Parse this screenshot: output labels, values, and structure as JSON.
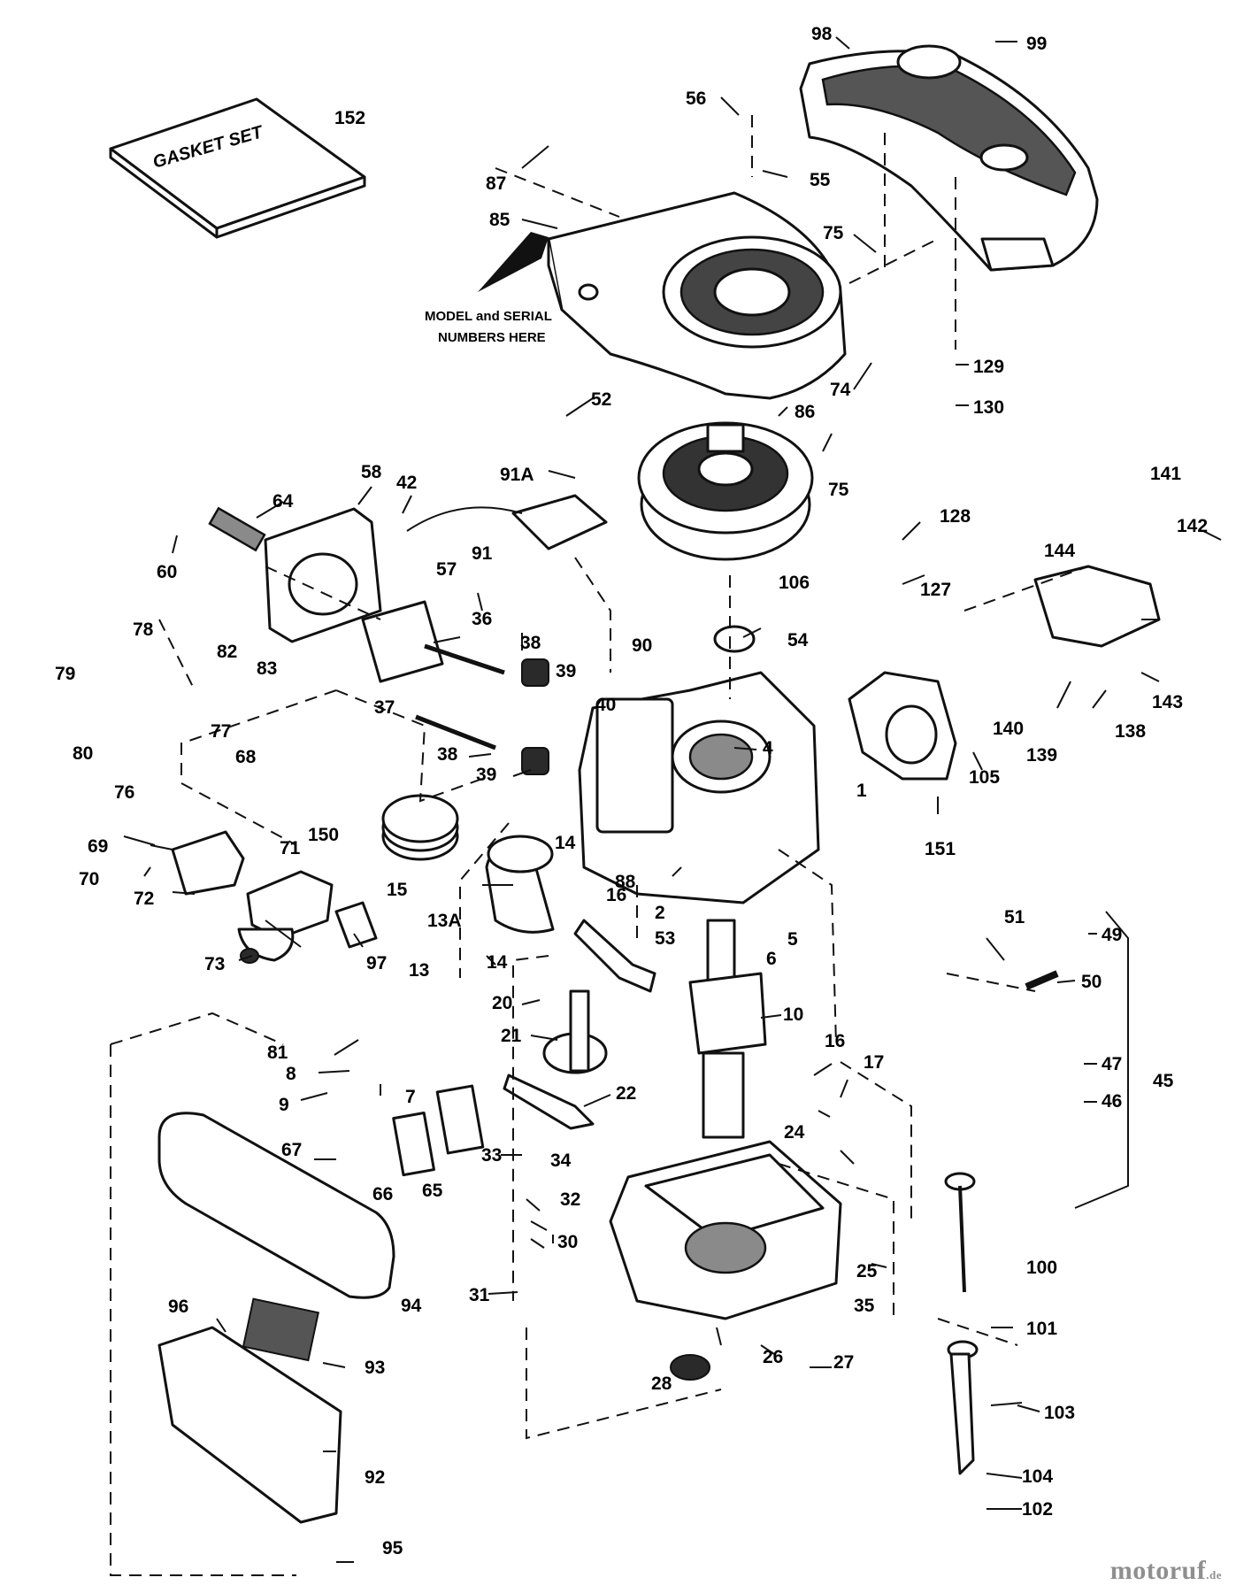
{
  "labels": {
    "gasket_set": "GASKET SET",
    "model_serial_line1": "MODEL and SERIAL",
    "model_serial_line2": "NUMBERS HERE",
    "watermark": "motoruf",
    "watermark_suffix": ".de"
  },
  "callouts": {
    "c1": "1",
    "c2": "2",
    "c4": "4",
    "c5": "5",
    "c6": "6",
    "c7": "7",
    "c8": "8",
    "c9": "9",
    "c10": "10",
    "c13": "13",
    "c13a": "13A",
    "c14a": "14",
    "c14b": "14",
    "c15": "15",
    "c16a": "16",
    "c16b": "16",
    "c17": "17",
    "c20": "20",
    "c21": "21",
    "c22": "22",
    "c24": "24",
    "c25": "25",
    "c26": "26",
    "c27": "27",
    "c28": "28",
    "c30": "30",
    "c31": "31",
    "c32": "32",
    "c33": "33",
    "c34": "34",
    "c35": "35",
    "c36": "36",
    "c37": "37",
    "c38a": "38",
    "c38b": "38",
    "c39a": "39",
    "c39b": "39",
    "c40": "40",
    "c42": "42",
    "c45": "45",
    "c46": "46",
    "c47": "47",
    "c49": "49",
    "c50": "50",
    "c51": "51",
    "c52": "52",
    "c53": "53",
    "c54": "54",
    "c55": "55",
    "c56": "56",
    "c57": "57",
    "c58": "58",
    "c60": "60",
    "c64": "64",
    "c65": "65",
    "c66": "66",
    "c67": "67",
    "c68": "68",
    "c69": "69",
    "c70": "70",
    "c71": "71",
    "c72": "72",
    "c73": "73",
    "c74": "74",
    "c75a": "75",
    "c75b": "75",
    "c76": "76",
    "c77": "77",
    "c78": "78",
    "c79": "79",
    "c80": "80",
    "c81": "81",
    "c82": "82",
    "c83": "83",
    "c85": "85",
    "c86": "86",
    "c87": "87",
    "c88": "88",
    "c90": "90",
    "c91": "91",
    "c91a": "91A",
    "c92": "92",
    "c93": "93",
    "c94": "94",
    "c95": "95",
    "c96": "96",
    "c97": "97",
    "c98": "98",
    "c99": "99",
    "c100": "100",
    "c101": "101",
    "c102": "102",
    "c103": "103",
    "c104": "104",
    "c105": "105",
    "c106": "106",
    "c127": "127",
    "c128": "128",
    "c129": "129",
    "c130": "130",
    "c138": "138",
    "c139": "139",
    "c140": "140",
    "c141": "141",
    "c142": "142",
    "c143": "143",
    "c144": "144",
    "c150": "150",
    "c151": "151",
    "c152": "152"
  }
}
